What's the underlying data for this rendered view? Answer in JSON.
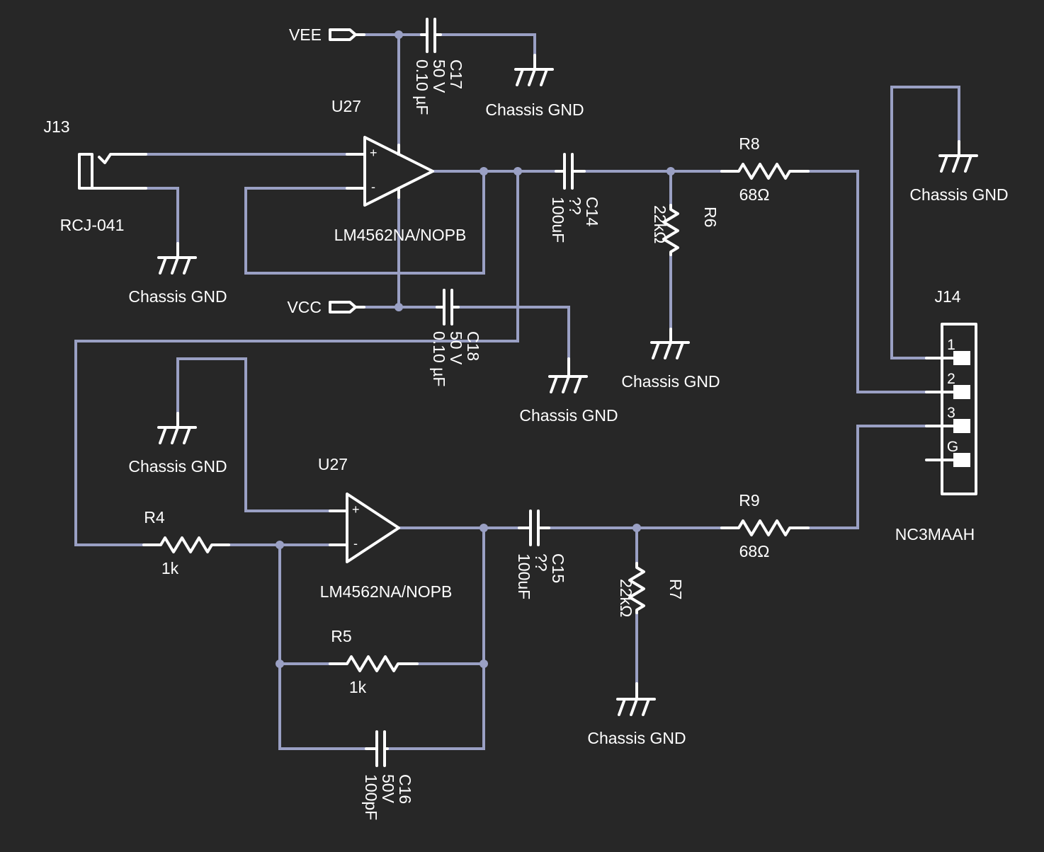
{
  "colors": {
    "background": "#272727",
    "wire": "#9aa0c4",
    "symbol": "#ffffff"
  },
  "nets": {
    "vee": "VEE",
    "vcc": "VCC",
    "gnd": "Chassis GND"
  },
  "components": {
    "j13": {
      "ref": "J13",
      "value": "RCJ-041"
    },
    "u27a": {
      "ref": "U27",
      "value": "LM4562NA/NOPB",
      "plus": "+",
      "minus": "-"
    },
    "u27b": {
      "ref": "U27",
      "value": "LM4562NA/NOPB",
      "plus": "+",
      "minus": "-"
    },
    "c17": {
      "ref": "C17",
      "voltage": "50 V",
      "value": "0.10 µF"
    },
    "c18": {
      "ref": "C18",
      "voltage": "50 V",
      "value": "0.10 µF"
    },
    "c14": {
      "ref": "C14",
      "voltage": "??",
      "value": "100uF"
    },
    "c15": {
      "ref": "C15",
      "voltage": "??",
      "value": "100uF"
    },
    "c16": {
      "ref": "C16",
      "voltage": "50V",
      "value": "100pF"
    },
    "r4": {
      "ref": "R4",
      "value": "1k"
    },
    "r5": {
      "ref": "R5",
      "value": "1k"
    },
    "r6": {
      "ref": "R6",
      "value": "22kΩ"
    },
    "r7": {
      "ref": "R7",
      "value": "22kΩ"
    },
    "r8": {
      "ref": "R8",
      "value": "68Ω"
    },
    "r9": {
      "ref": "R9",
      "value": "68Ω"
    },
    "j14": {
      "ref": "J14",
      "value": "NC3MAAH",
      "pins": [
        "1",
        "2",
        "3",
        "G"
      ]
    }
  }
}
